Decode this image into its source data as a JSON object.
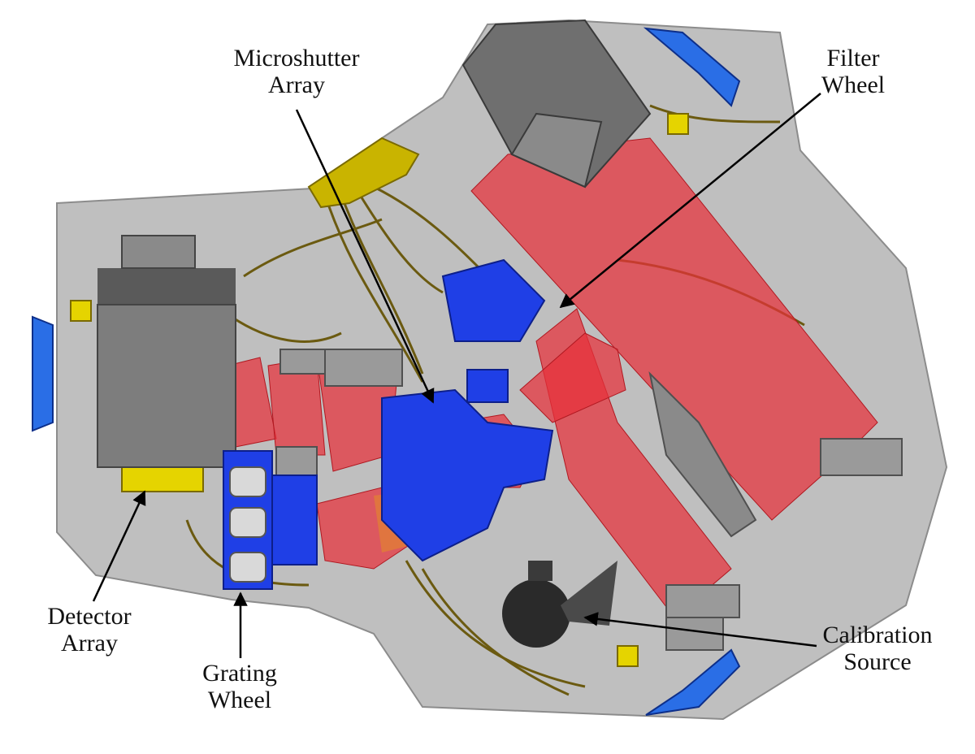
{
  "labels": {
    "microshutter": [
      "Microshutter",
      "Array"
    ],
    "filter_wheel": [
      "Filter",
      "Wheel"
    ],
    "detector": [
      "Detector",
      "Array"
    ],
    "grating": [
      "Grating",
      "Wheel"
    ],
    "calibration": [
      "Calibration",
      "Source"
    ]
  },
  "colors": {
    "plate": "#bfbfbf",
    "plate_edge": "#8c8c8c",
    "beam": "#e8303a",
    "mechanism_blue": "#1f3fe6",
    "housing_gray": "#6f6f6f",
    "harness": "#6b5a10",
    "connector": "#e5d400",
    "arrow": "#000000"
  }
}
